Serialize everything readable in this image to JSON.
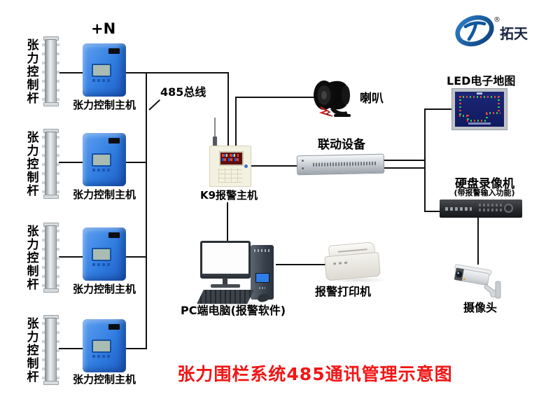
{
  "brand": {
    "logo_text": "拓天",
    "registered_mark": "®"
  },
  "diagram": {
    "title": "张力围栏系统485通讯管理示意图",
    "count_label": "+N",
    "bus_label": "485总线",
    "pole_label": "张力控制杆",
    "host_label": "张力控制主机",
    "k9_label": "K9报警主机",
    "speaker_label": "喇叭",
    "linkage_label": "联动设备",
    "led_map_label": "LED电子地图",
    "dvr_label": "硬盘录像机",
    "dvr_note": "(带报警输入功能)",
    "camera_label": "摄像头",
    "pc_label": "PC端电脑(报警软件)",
    "printer_label": "报警打印机"
  },
  "colors": {
    "title_red": "#f21515",
    "host_blue": "#2f7ce0",
    "logo_blue": "#1663ac",
    "led_red": "#ea4242",
    "led_green": "#38c452",
    "line_black": "#111111",
    "k9_beige": "#f3f1df"
  }
}
